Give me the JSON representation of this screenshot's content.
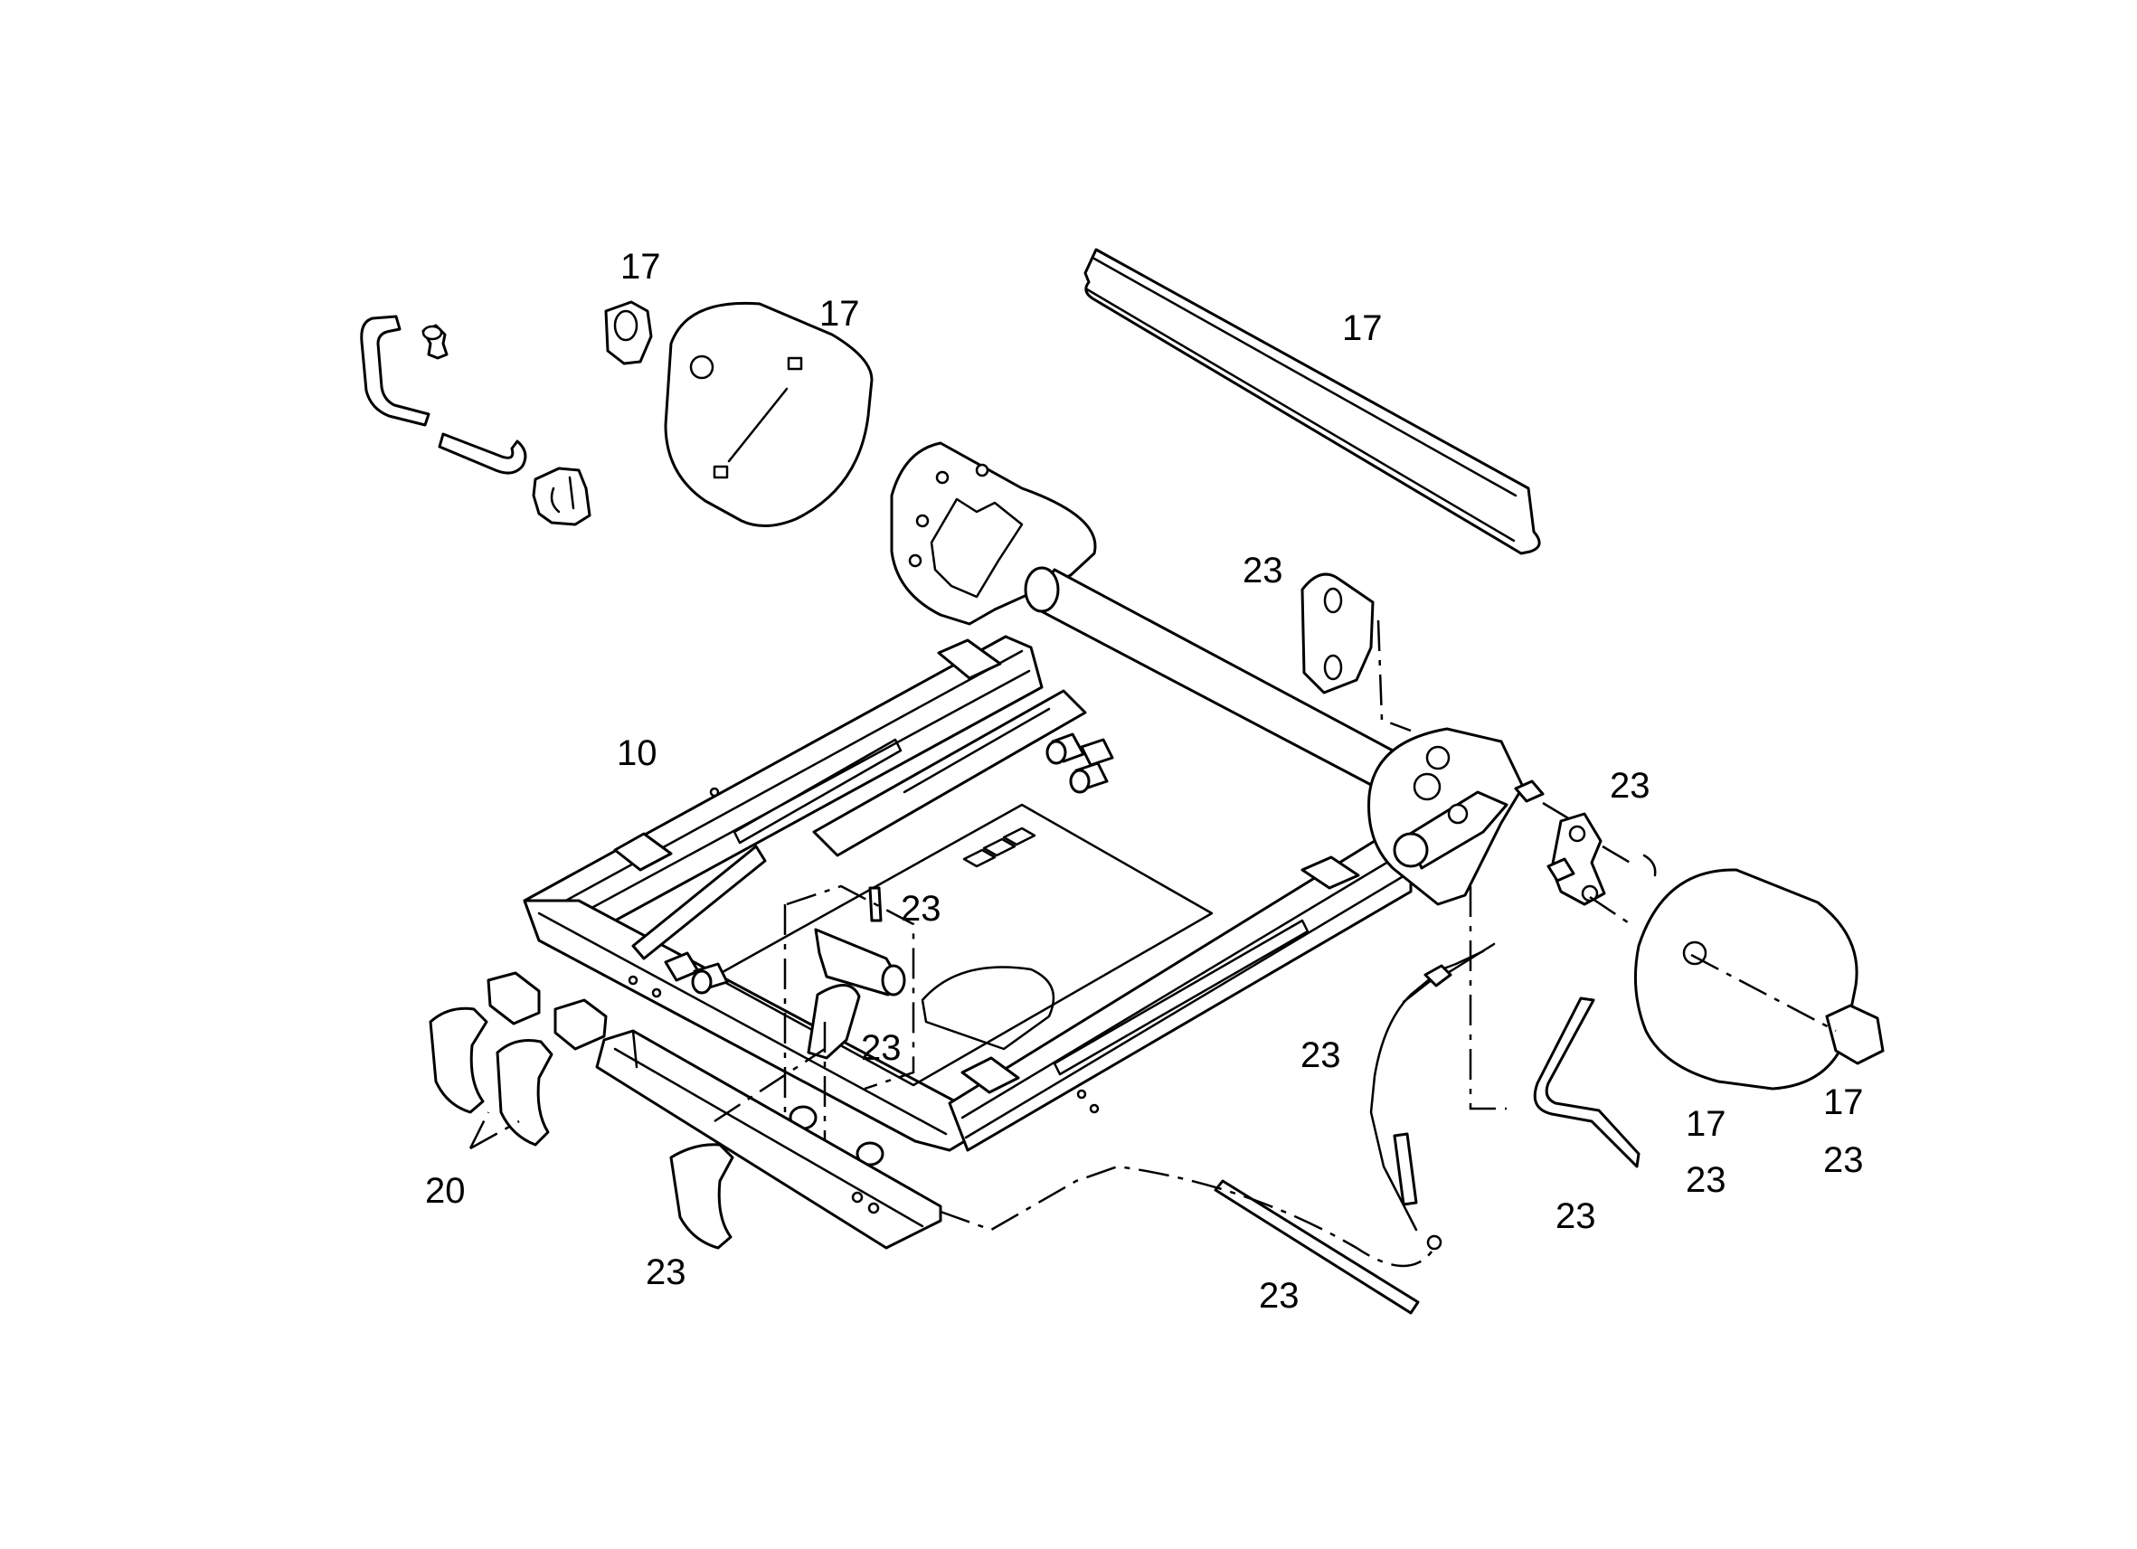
{
  "diagram": {
    "callouts": [
      {
        "id": "c1",
        "text": "17"
      },
      {
        "id": "c2",
        "text": "17"
      },
      {
        "id": "c3",
        "text": "17"
      },
      {
        "id": "c4",
        "text": "23"
      },
      {
        "id": "c5",
        "text": "10"
      },
      {
        "id": "c6",
        "text": "23"
      },
      {
        "id": "c7",
        "text": "23"
      },
      {
        "id": "c8",
        "text": "23"
      },
      {
        "id": "c9",
        "text": "23"
      },
      {
        "id": "c10",
        "text": "17"
      },
      {
        "id": "c11",
        "text": "17"
      },
      {
        "id": "c12",
        "text": "23"
      },
      {
        "id": "c13",
        "text": "23"
      },
      {
        "id": "c14",
        "text": "23"
      },
      {
        "id": "c15",
        "text": "20"
      },
      {
        "id": "c16",
        "text": "23"
      },
      {
        "id": "c17",
        "text": "23"
      }
    ]
  }
}
